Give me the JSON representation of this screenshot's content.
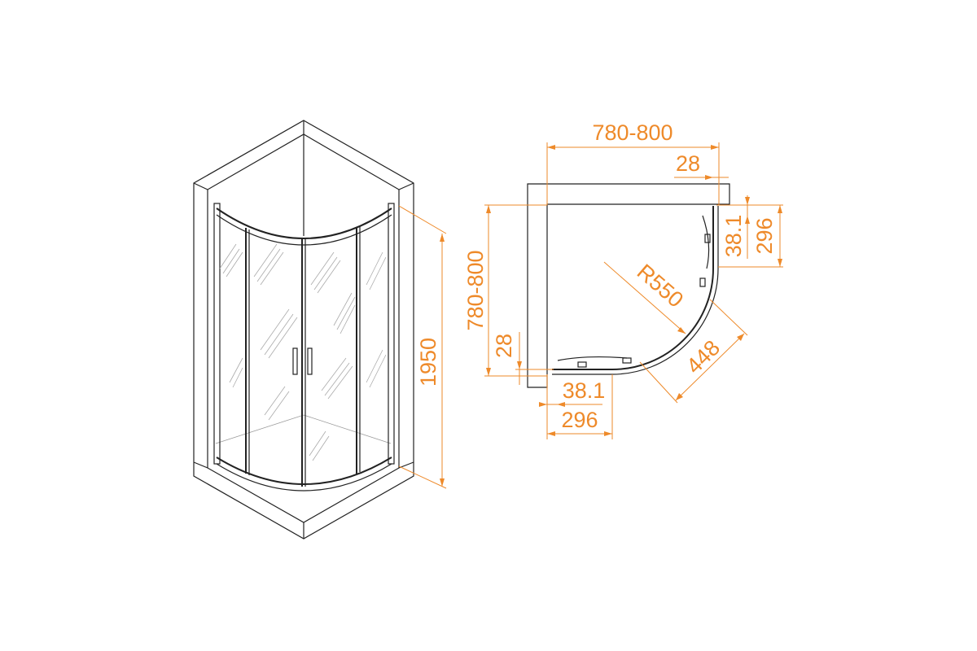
{
  "colors": {
    "dimension": "#ee8a2a",
    "lines": "#222222"
  },
  "perspective_view": {
    "height_label": "1950"
  },
  "plan_view": {
    "width_label": "780-800",
    "depth_label": "780-800",
    "wall_top_label": "28",
    "wall_left_label": "28",
    "right_offset_label": "38.1",
    "right_straight_label": "296",
    "bottom_offset_label": "38.1",
    "bottom_straight_label": "296",
    "radius_label": "R550",
    "door_opening_label": "448"
  }
}
